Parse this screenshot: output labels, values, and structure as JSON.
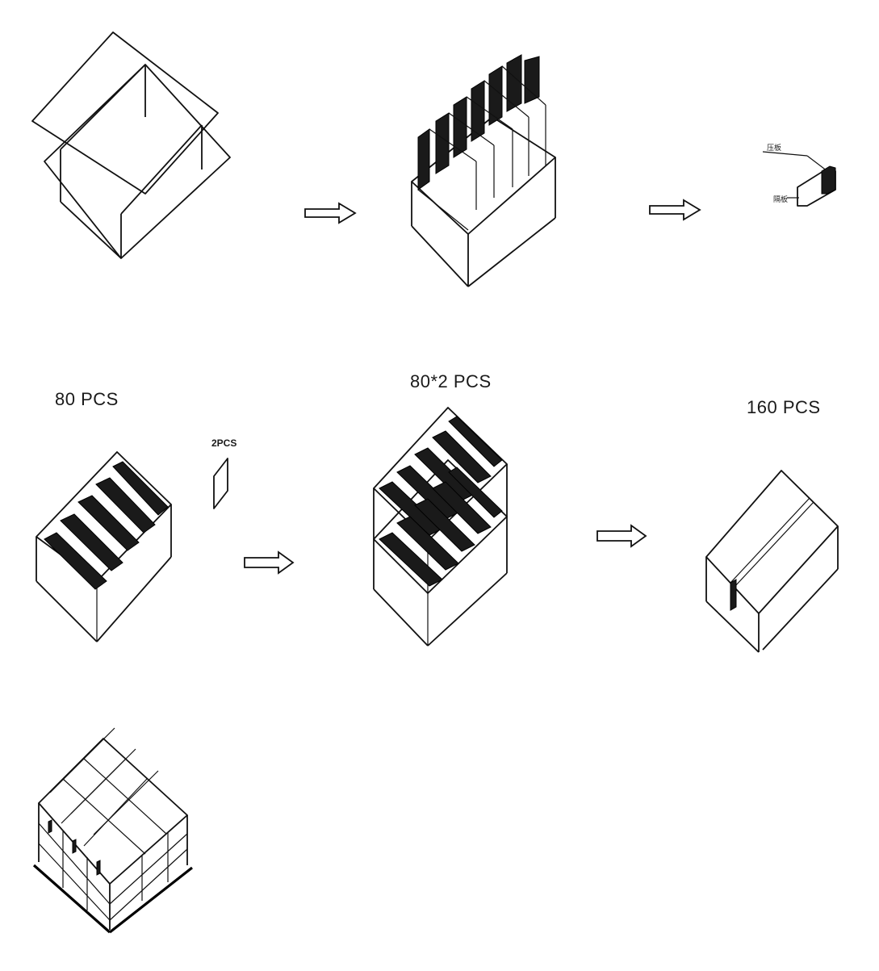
{
  "labels": {
    "layer_count": "80 PCS",
    "divider_count": "2PCS",
    "double_layer_count": "80*2 PCS",
    "carton_count": "160 PCS",
    "callout_top": "压板",
    "callout_bottom": "隔板"
  },
  "colors": {
    "line": "#111111",
    "background": "#ffffff"
  }
}
